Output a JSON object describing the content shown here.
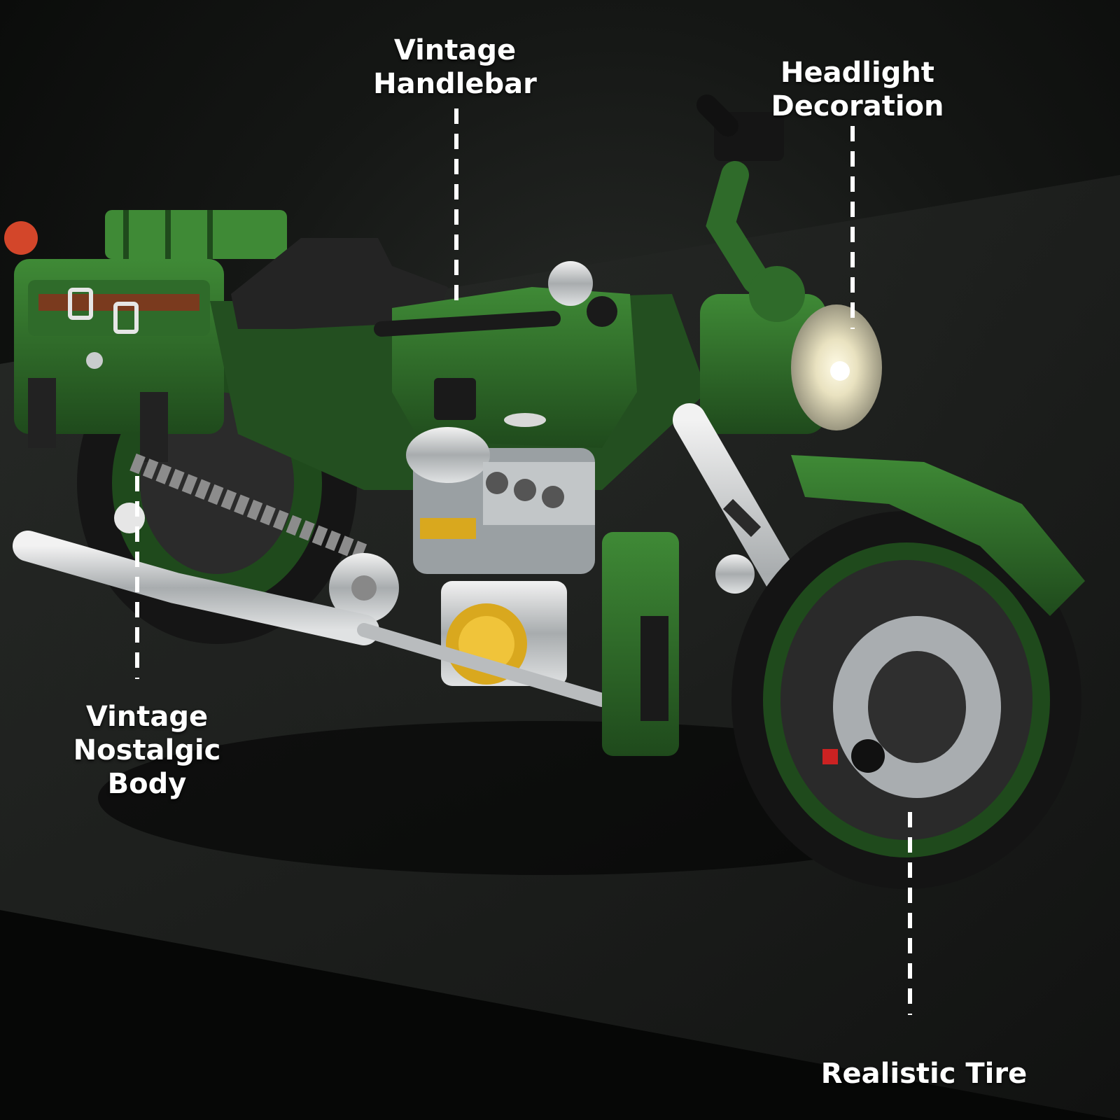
{
  "callouts": {
    "handlebar": {
      "lines": [
        "Vintage",
        "Handlebar"
      ]
    },
    "headlight": {
      "lines": [
        "Headlight",
        "Decoration"
      ]
    },
    "body": {
      "lines": [
        "Vintage",
        "Nostalgic",
        "Body"
      ]
    },
    "tire": {
      "lines": [
        "Realistic Tire"
      ]
    }
  },
  "colors": {
    "body_green": "#2f6b2a",
    "dark_green": "#1f4a1c",
    "chrome": "#c9cccd",
    "seat": "#242424",
    "gold": "#d9a81e",
    "label_text": "#ffffff"
  }
}
